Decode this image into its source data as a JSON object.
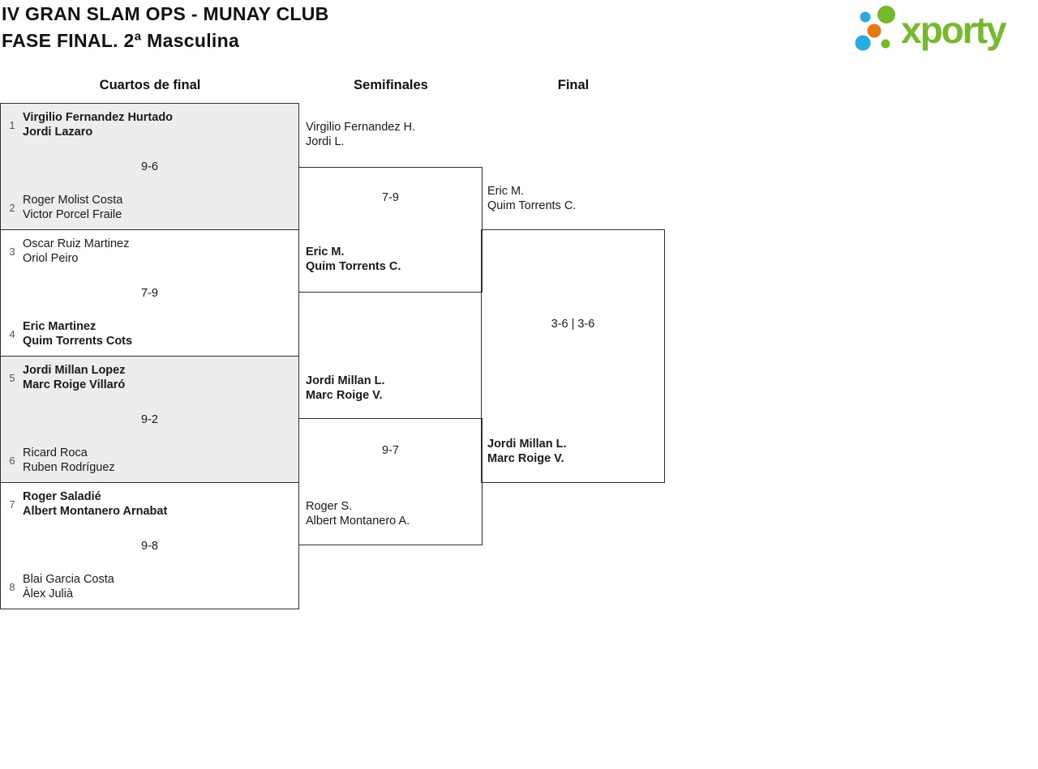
{
  "header": {
    "title_line1": "IV GRAN SLAM OPS - MUNAY CLUB",
    "title_line2": "FASE FINAL. 2ª Masculina",
    "logo_text": "xporty"
  },
  "columns": {
    "quarterfinals": "Cuartos de final",
    "semifinals": "Semifinales",
    "final": "Final"
  },
  "rounds": {
    "quarterfinals": [
      {
        "seed_top": "1",
        "team_top_1": "Virgilio Fernandez Hurtado",
        "team_top_2": "Jordi Lazaro",
        "score": "9-6",
        "seed_bottom": "2",
        "team_bottom_1": "Roger Molist Costa",
        "team_bottom_2": "Victor Porcel Fraile",
        "winner": "top"
      },
      {
        "seed_top": "3",
        "team_top_1": "Oscar Ruiz Martinez",
        "team_top_2": "Oriol Peiro",
        "score": "7-9",
        "seed_bottom": "4",
        "team_bottom_1": "Eric Martinez",
        "team_bottom_2": "Quim Torrents Cots",
        "winner": "bottom"
      },
      {
        "seed_top": "5",
        "team_top_1": "Jordi Millan Lopez",
        "team_top_2": "Marc Roige Villaró",
        "score": "9-2",
        "seed_bottom": "6",
        "team_bottom_1": "Ricard Roca",
        "team_bottom_2": "Ruben Rodríguez",
        "winner": "top"
      },
      {
        "seed_top": "7",
        "team_top_1": "Roger Saladié",
        "team_top_2": "Albert Montanero Arnabat",
        "score": "9-8",
        "seed_bottom": "8",
        "team_bottom_1": "Blai Garcia Costa",
        "team_bottom_2": "Àlex Julià",
        "winner": "top"
      }
    ],
    "semifinals": [
      {
        "team_top_1": "Virgilio Fernandez H.",
        "team_top_2": "Jordi L.",
        "score": "7-9",
        "team_bottom_1": "Eric M.",
        "team_bottom_2": "Quim Torrents C.",
        "winner": "bottom"
      },
      {
        "team_top_1": "Jordi Millan L.",
        "team_top_2": "Marc Roige V.",
        "score": "9-7",
        "team_bottom_1": "Roger S.",
        "team_bottom_2": "Albert Montanero A.",
        "winner": "top"
      }
    ],
    "final": {
      "team_top_1": "Eric M.",
      "team_top_2": "Quim Torrents C.",
      "score": "3-6 | 3-6",
      "team_bottom_1": "Jordi Millan L.",
      "team_bottom_2": "Marc Roige V.",
      "winner": "bottom"
    }
  },
  "colors": {
    "logo_green": "#76b82e",
    "logo_blue": "#29abe2",
    "logo_orange": "#e87811",
    "shaded_box_fill": "#ededed",
    "bracket_border": "#2e2e2e"
  }
}
